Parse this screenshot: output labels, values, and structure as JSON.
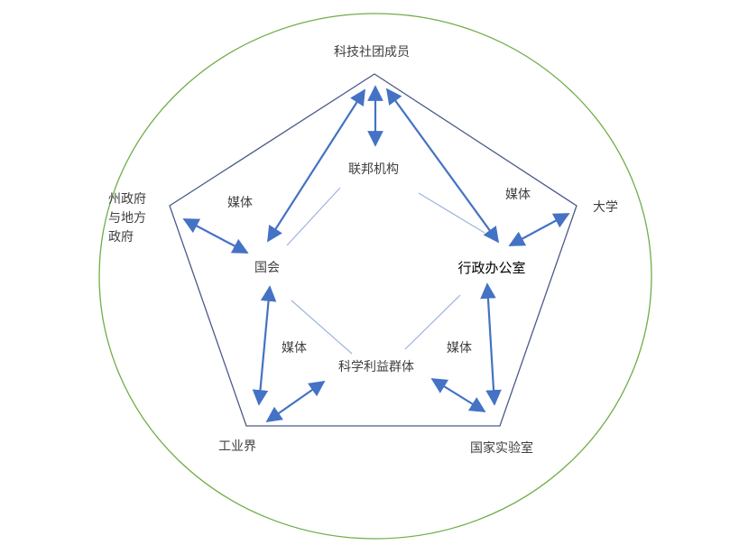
{
  "nodes": {
    "top": "科技社团成员",
    "left_line1": "州政府",
    "left_line2": "与地方",
    "left_line3": "政府",
    "right": "大学",
    "bottom_left": "工业界",
    "bottom_right": "国家实验室"
  },
  "inner": {
    "top": "联邦机构",
    "left": "国会",
    "right": "行政办公室",
    "bottom": "科学利益群体"
  },
  "media_label": "媒体",
  "colors": {
    "circle": "#70ad47",
    "pentagon": "#4a5a8a",
    "arrow": "#4472c4",
    "thin_line": "#9db4de"
  }
}
